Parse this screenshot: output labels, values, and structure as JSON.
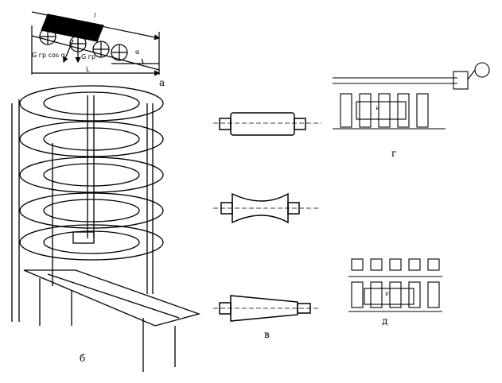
{
  "panels": {
    "a": {
      "label": "а",
      "dim_top": "l",
      "dim_bottom": "L",
      "force_normal": "G гр cos α",
      "force_weight": "G гр",
      "angle": "α"
    },
    "b": {
      "label": "б"
    },
    "v": {
      "label": "в"
    },
    "g": {
      "label": "г",
      "speed": "v"
    },
    "d": {
      "label": "д",
      "speed": "v"
    }
  }
}
